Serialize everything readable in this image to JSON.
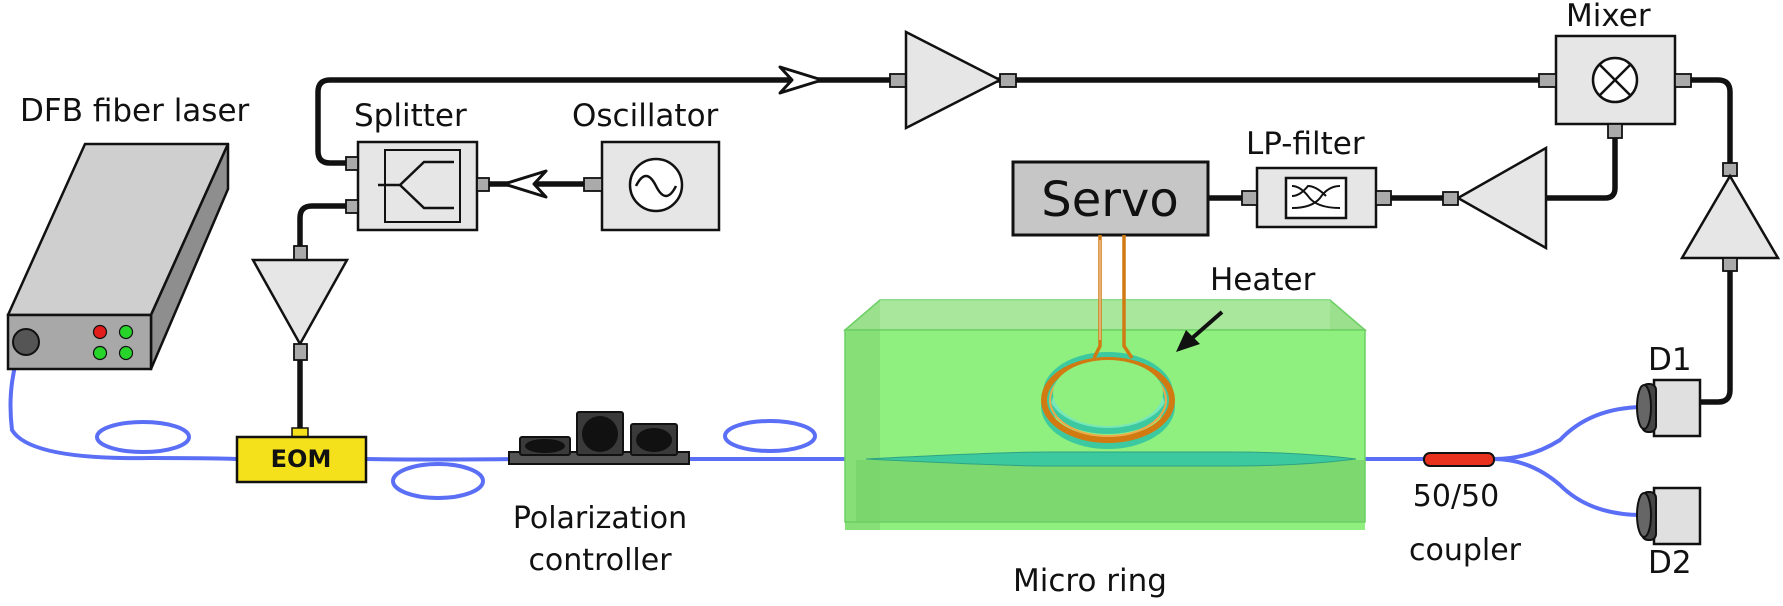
{
  "labels": {
    "laser": "DFB fiber laser",
    "splitter": "Splitter",
    "oscillator": "Oscillator",
    "mixer": "Mixer",
    "lp_filter": "LP-filter",
    "servo": "Servo",
    "heater": "Heater",
    "eom": "EOM",
    "polarization_line1": "Polarization",
    "polarization_line2": "controller",
    "micro_ring": "Micro ring",
    "coupler_line1": "50/50",
    "coupler_line2": "coupler",
    "d1": "D1",
    "d2": "D2"
  },
  "colors": {
    "fiber": "#5a6ff5",
    "wire": "#111111",
    "component_fill": "#e6e6e6",
    "eom_fill": "#f5e11b",
    "chip_fill": "#7ee87a",
    "heater": "#d27a12",
    "waveguide": "#3cc9a0",
    "coupler_fill": "#e8321e",
    "led_red": "#e21b1b",
    "led_green": "#27d52a"
  }
}
